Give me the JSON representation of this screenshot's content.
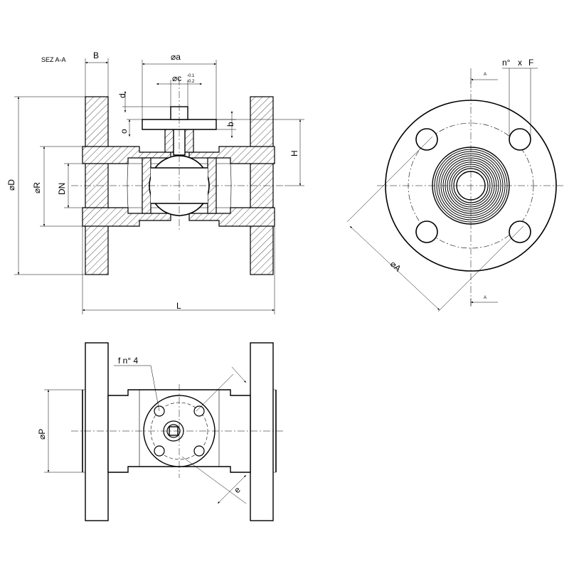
{
  "labels": {
    "section": "SEZ  A-A",
    "B": "B",
    "a": "⌀a",
    "c": "⌀c",
    "c_tol_upper": "-0.1",
    "c_tol_lower": "-0.2",
    "d": "d",
    "o": "o",
    "b": "b",
    "H": "H",
    "D": "⌀D",
    "R": "⌀R",
    "DN": "DN",
    "L": "L",
    "n_deg": "n°",
    "x": "x",
    "F": "F",
    "A_diam": "⌀A",
    "A_top": "A",
    "A_bottom": "A",
    "f_n4": "f  n° 4",
    "P": "⌀P",
    "e": "e"
  }
}
